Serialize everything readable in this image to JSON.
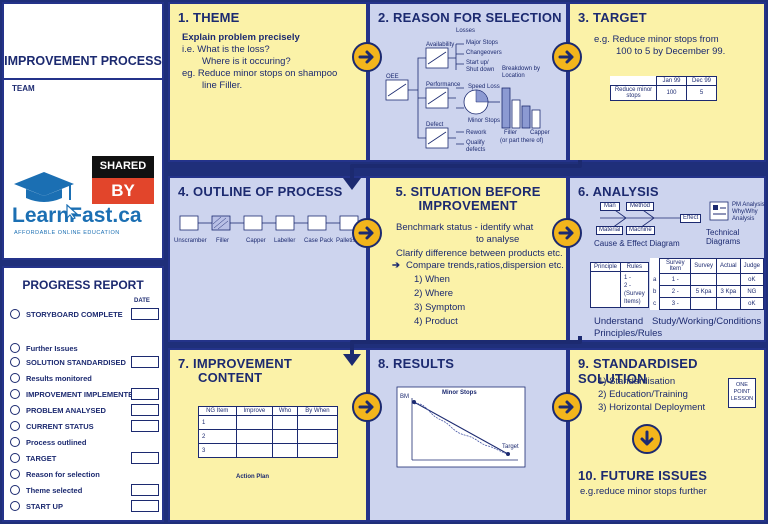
{
  "left": {
    "title": "IMPROVEMENT PROCESS",
    "team_label": "TEAM",
    "logo": {
      "shared": "SHARED",
      "by": "BY",
      "brand": "LearnFast.ca",
      "tagline": "AFFORDABLE ONLINE EDUCATION"
    },
    "progress": {
      "title": "PROGRESS REPORT",
      "date_header": "DATE",
      "items": [
        "STORYBOARD COMPLETE",
        "Further Issues",
        "SOLUTION STANDARDISED",
        "Results monitored",
        "IMPROVEMENT IMPLEMENTED",
        "PROBLEM ANALYSED",
        "CURRENT STATUS",
        "Process outlined",
        "TARGET",
        "Reason for selection",
        "Theme selected",
        "START UP"
      ]
    }
  },
  "panels": {
    "theme": {
      "title": "1. THEME",
      "lines": [
        "Explain problem precisely",
        "i.e. What is the loss?",
        "Where is it occuring?",
        "eg. Reduce minor stops on shampoo",
        "line Filler."
      ]
    },
    "reason": {
      "title": "2. REASON FOR SELECTION",
      "labels": [
        "Losses",
        "Availability",
        "Major Stops",
        "Changeovers",
        "Start up/ Shut down",
        "OEE",
        "Performance",
        "Speed Loss",
        "Minor Stops",
        "Defect",
        "Rework",
        "Qualify defects",
        "Breakdown by Location",
        "Filler",
        "Capper",
        "(or part there of)"
      ]
    },
    "target": {
      "title": "3. TARGET",
      "lines": [
        "e.g. Reduce minor stops from",
        "100 to 5 by December 99."
      ],
      "table": {
        "headers": [
          "Jan 99",
          "Dec 99"
        ],
        "row_label": "Reduce minor stops",
        "values": [
          "100",
          "5"
        ]
      }
    },
    "outline": {
      "title": "4. OUTLINE OF PROCESS",
      "steps": [
        "Unscramber",
        "Filler",
        "Capper",
        "Labeller",
        "Case Pack",
        "Palletiser"
      ]
    },
    "situation": {
      "title_line1": "5. SITUATION BEFORE",
      "title_line2": "IMPROVEMENT",
      "lines": [
        "Benchmark status - identify what",
        "to analyse",
        "Clarify difference between products etc.",
        "Compare trends,ratios,dispersion etc.",
        "1) When",
        "2) Where",
        "3) Symptom",
        "4) Product"
      ]
    },
    "analysis": {
      "title": "6. ANALYSIS",
      "fishbone": [
        "Man",
        "Method",
        "Material",
        "Machine",
        "Effect"
      ],
      "cause_effect": "Cause & Effect Diagram",
      "technical": "Technical Diagrams",
      "tech_notes": [
        "PM Analysis",
        "Why/Why",
        "Analysis"
      ],
      "table1_headers": [
        "Principle",
        "Rules"
      ],
      "table1_cells": [
        "1 -",
        "2 -",
        "(Survey Items)"
      ],
      "table2_headers": [
        "Survey Item",
        "Survey",
        "Actual",
        "Judge"
      ],
      "table2_rows": [
        [
          "a",
          "1 -",
          "",
          "",
          "oK"
        ],
        [
          "b",
          "2 -",
          "5 Kpa",
          "3 Kpa",
          "NG"
        ],
        [
          "c",
          "3 -",
          "",
          "",
          "oK"
        ]
      ],
      "understand": "Understand",
      "principles": "Principles/Rules",
      "study": "Study/Working/Conditions"
    },
    "improvement": {
      "title_line1": "7. IMPROVEMENT",
      "title_line2": "CONTENT",
      "table_headers": [
        "NG Item",
        "Improve",
        "Who",
        "By When"
      ],
      "rows": [
        "1",
        "2",
        "3"
      ],
      "caption": "Action Plan"
    },
    "results": {
      "title": "8. RESULTS",
      "chart_title": "Minor Stops",
      "start_label": "BM",
      "end_label": "Target"
    },
    "standardised": {
      "title": "9. STANDARDISED SOLUTION",
      "lines": [
        "1) Standardisation",
        "2) Education/Training",
        "3) Horizontal Deployment"
      ],
      "lesson": [
        "ONE",
        "POINT",
        "LESSON"
      ]
    },
    "future": {
      "title": "10. FUTURE ISSUES",
      "line": "e.g.reduce minor stops further"
    }
  },
  "colors": {
    "navy": "#1c2a70",
    "yellow": "#fbf2a8",
    "blue": "#cdd4ee",
    "arrow": "#f3b51c",
    "logo_red": "#e2452b",
    "logo_blue": "#1b6fb3"
  }
}
